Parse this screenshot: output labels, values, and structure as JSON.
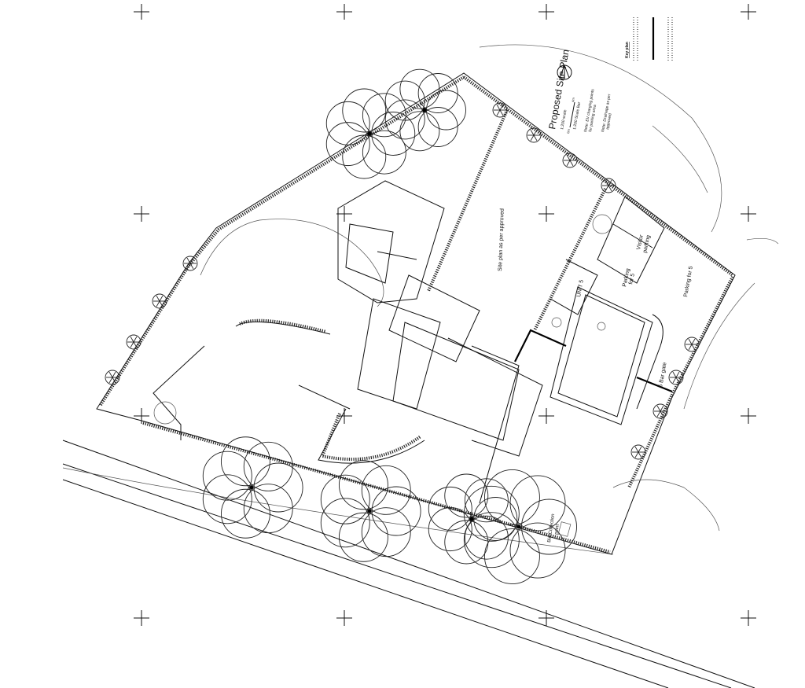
{
  "title_block": {
    "title": "Proposed Site Plan",
    "scale": "1:200 scale",
    "scale_bar_start": "0m",
    "scale_bar_end": "4m",
    "scale_bar_label": "1:200 Scale Bar",
    "note_ev_1": "Note: EV charging points",
    "note_ev_2": "for parking area",
    "note_drainage_1": "Note: Drainage as per",
    "note_drainage_2": "approved",
    "north_icon": "north-arrow-icon"
  },
  "key_plan": {
    "label": "Key plan"
  },
  "labels": {
    "site_plan_approved": "Site plan as per approved",
    "unit": "UNIT 5",
    "visitor_parking_1": "Visitor",
    "visitor_parking_2": "parking",
    "parking_a_1": "Parking",
    "parking_a_2": "for 5",
    "parking_b": "Parking for 5",
    "gate": "5 Bar gate",
    "bin_1": "Bin Collection",
    "bin_2": "point"
  },
  "colors": {
    "line": "#111111",
    "background": "#ffffff"
  }
}
